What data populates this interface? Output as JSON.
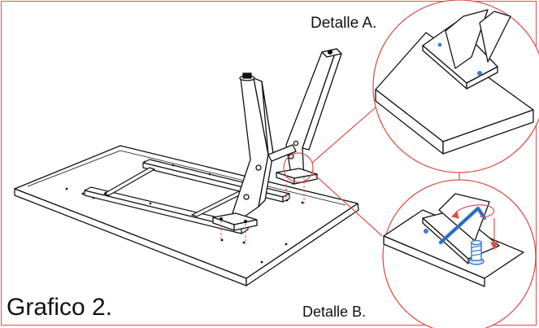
{
  "labels": {
    "detail_a": "Detalle A.",
    "detail_b": "Detalle B.",
    "figure": "Grafico 2."
  },
  "colors": {
    "frame": "#d9534f",
    "line": "#111111",
    "callout": "#d9534f",
    "tool": "#3a7fd5"
  },
  "icons": {
    "hex_key": "allen-key-icon",
    "rotation": "rotate-arrow-icon",
    "direction": "down-arrow-icon"
  }
}
